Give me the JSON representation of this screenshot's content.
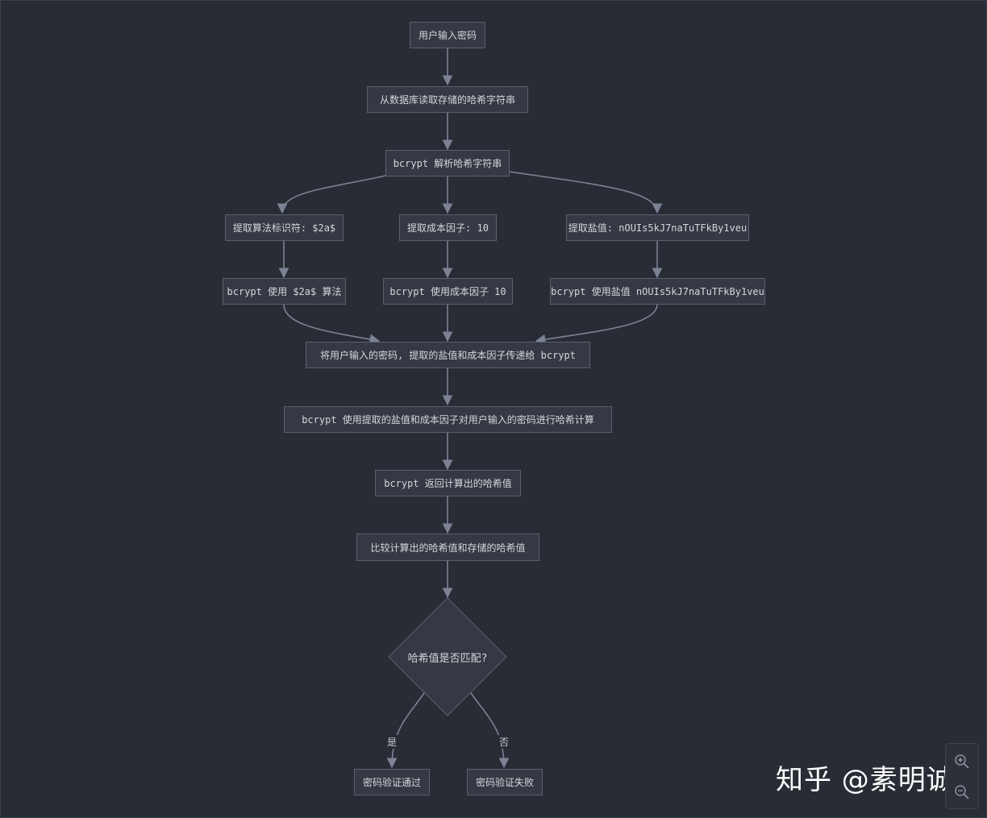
{
  "diagram": {
    "nodes": {
      "input": "用户输入密码",
      "read": "从数据库读取存储的哈希字符串",
      "parse": "bcrypt 解析哈希字符串",
      "alg": "提取算法标识符: $2a$",
      "cost": "提取成本因子: 10",
      "salt": "提取盐值: nOUIs5kJ7naTuTFkBy1veu",
      "use_alg": "bcrypt 使用 $2a$ 算法",
      "use_cost": "bcrypt 使用成本因子 10",
      "use_salt": "bcrypt 使用盐值 nOUIs5kJ7naTuTFkBy1veu",
      "pass": "将用户输入的密码, 提取的盐值和成本因子传递给 bcrypt",
      "compute": "bcrypt 使用提取的盐值和成本因子对用户输入的密码进行哈希计算",
      "return": "bcrypt 返回计算出的哈希值",
      "compare": "比较计算出的哈希值和存储的哈希值",
      "decision": "哈希值是否匹配?",
      "ok": "密码验证通过",
      "fail": "密码验证失败"
    },
    "edge_labels": {
      "yes": "是",
      "no": "否"
    },
    "colors": {
      "background": "#282c35",
      "node_fill": "#353944",
      "node_border": "#5b6070",
      "edge": "#7c8294",
      "text": "#d4d6dc"
    }
  },
  "watermark": "知乎 @素明诚",
  "zoom": {
    "in_icon": "zoom-in-icon",
    "out_icon": "zoom-out-icon"
  }
}
